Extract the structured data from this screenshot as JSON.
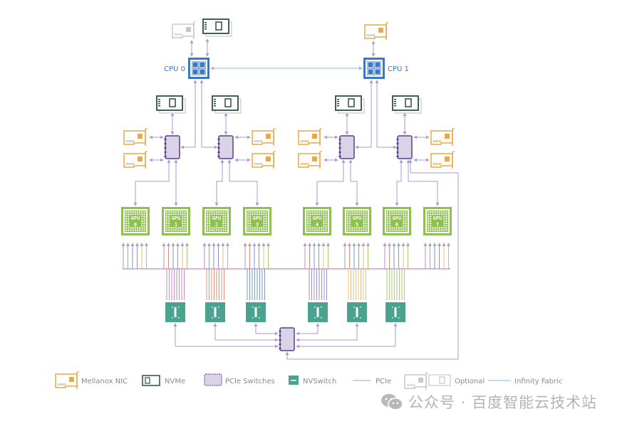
{
  "colors": {
    "pcie": "#a99bd6",
    "infinity_fabric": "#8fb7e0",
    "cpu": "#3a78c3",
    "gpu": "#8dc04d",
    "nvswitch": "#4aa38f",
    "nic": "#e9a94a",
    "nvme": "#2f4f3d",
    "pcie_switch_fill": "#d9d3e8",
    "pcie_switch_border": "#5b3f86",
    "optional": "#c8c8c8",
    "nvlink_colors": [
      "#c28bc2",
      "#e58d73",
      "#6f98cc",
      "#9c8fc9",
      "#e8bf7e",
      "#a9c87a"
    ]
  },
  "cpus": [
    {
      "id": "cpu0",
      "label": "CPU 0"
    },
    {
      "id": "cpu1",
      "label": "CPU 1"
    }
  ],
  "cpu_top_devices": {
    "cpu0": [
      "optional-nic",
      "nvme"
    ],
    "cpu1": [
      "nic"
    ]
  },
  "pcie_switch_groups": [
    {
      "cpu": "cpu0",
      "nvme": true,
      "nics": 2,
      "nic_side": "left",
      "gpus": [
        "0",
        "1"
      ]
    },
    {
      "cpu": "cpu0",
      "nvme": true,
      "nics": 2,
      "nic_side": "right",
      "gpus": [
        "2",
        "3"
      ]
    },
    {
      "cpu": "cpu1",
      "nvme": true,
      "nics": 2,
      "nic_side": "left",
      "gpus": [
        "4",
        "5"
      ]
    },
    {
      "cpu": "cpu1",
      "nvme": true,
      "nics": 2,
      "nic_side": "right",
      "gpus": [
        "6",
        "7"
      ]
    }
  ],
  "gpus": [
    {
      "name": "GPU",
      "index": "0"
    },
    {
      "name": "GPU",
      "index": "1"
    },
    {
      "name": "GPU",
      "index": "2"
    },
    {
      "name": "GPU",
      "index": "3"
    },
    {
      "name": "GPU",
      "index": "4"
    },
    {
      "name": "GPU",
      "index": "5"
    },
    {
      "name": "GPU",
      "index": "6"
    },
    {
      "name": "GPU",
      "index": "7"
    }
  ],
  "nvswitch_count": 6,
  "legend": {
    "nic": "Mellanox NIC",
    "nvme": "NVMe",
    "pcie_switch": "PCIe Switches",
    "nvswitch": "NVSwitch",
    "pcie": "PCIe",
    "optional": "Optional",
    "infinity_fabric": "Infinity Fabric"
  },
  "watermark": "公众号 · 百度智能云技术站"
}
